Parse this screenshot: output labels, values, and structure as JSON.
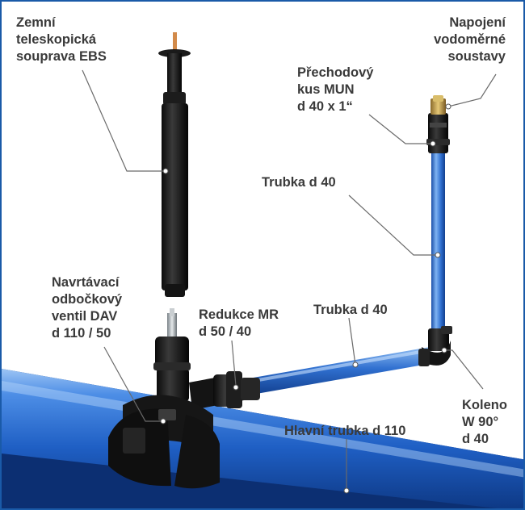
{
  "labels": {
    "ebs": [
      "Zemní",
      "teleskopická",
      "souprava EBS"
    ],
    "vodomer": [
      "Napojení",
      "vodoměrné",
      "soustavy"
    ],
    "mun": [
      "Přechodový",
      "kus MUN",
      "d 40 x 1“"
    ],
    "trubka_vertical": "Trubka d 40",
    "dav": [
      "Navrtávací",
      "odbočkový",
      "ventil DAV",
      "d 110 / 50"
    ],
    "redukce": [
      "Redukce MR",
      "d 50 / 40"
    ],
    "trubka_horizontal": "Trubka d 40",
    "koleno": [
      "Koleno",
      "W 90°",
      "d 40"
    ],
    "hlavni": "Hlavní trubka d 110"
  },
  "colors": {
    "frame": "#1a5aa8",
    "pipe_blue": "#2f6fcf",
    "fitting_black": "#1c1c1c",
    "label_text": "#3a3a3a",
    "leader": "#6a6a6a"
  }
}
